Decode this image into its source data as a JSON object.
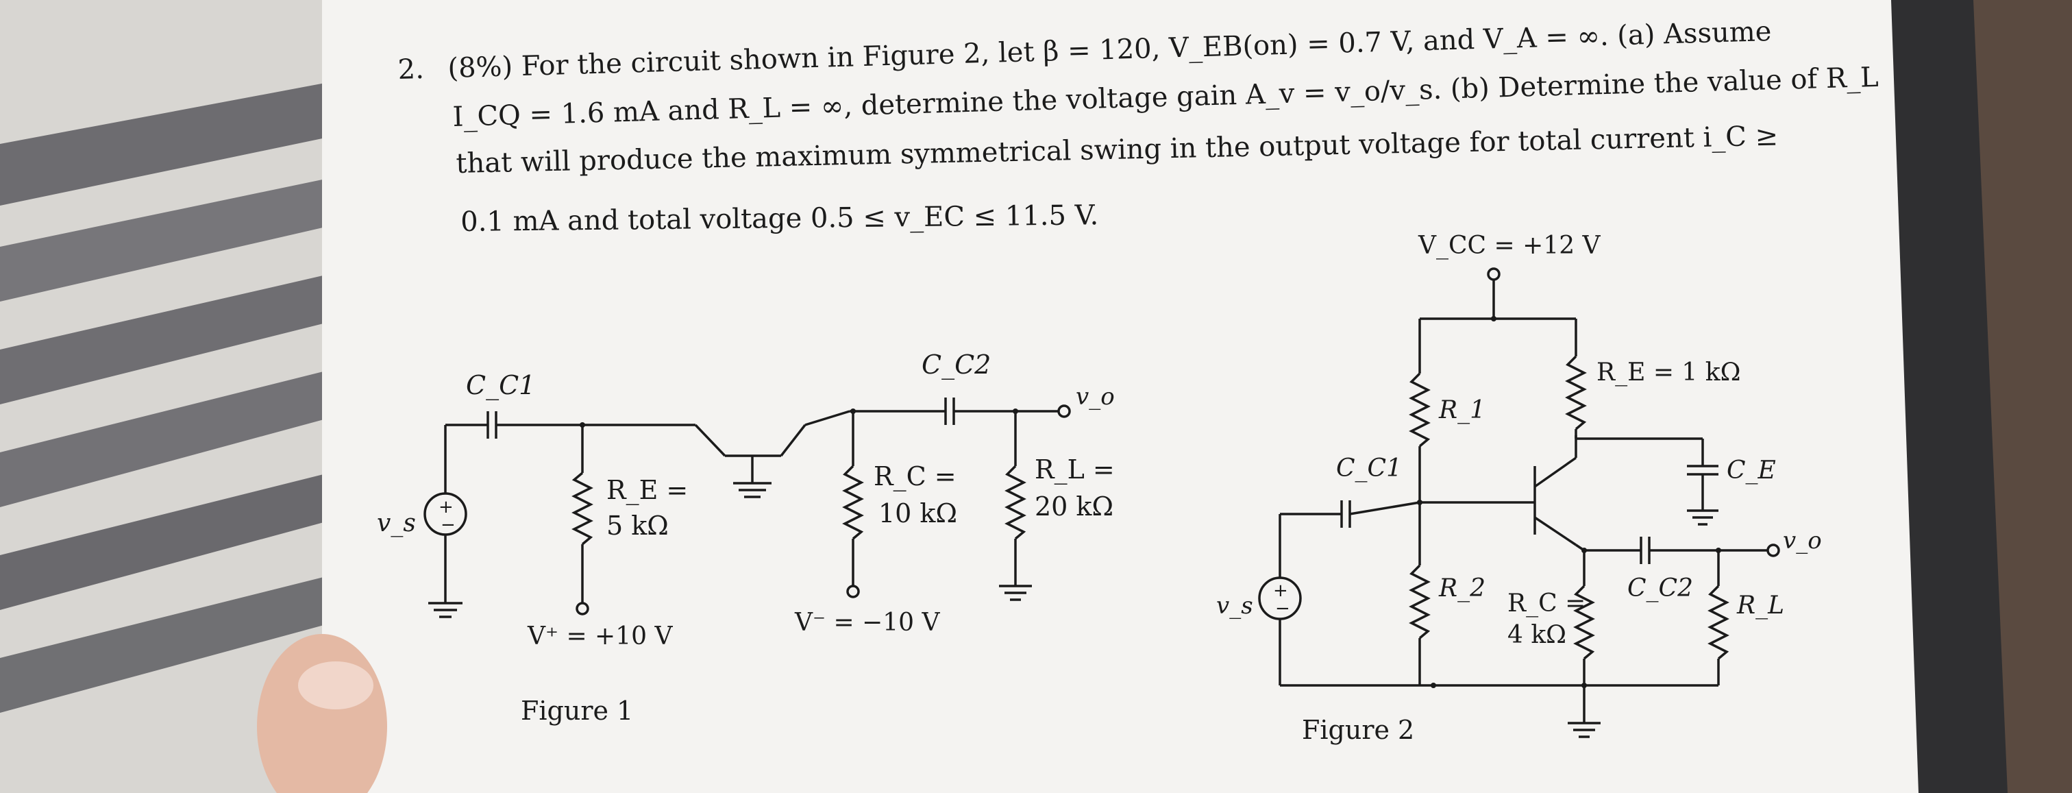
{
  "problem": {
    "number": "2.",
    "line1": "(8%) For the circuit shown in Figure 2, let β = 120, V_EB(on) = 0.7 V, and V_A = ∞. (a) Assume",
    "line2": "I_CQ = 1.6 mA and R_L = ∞, determine the voltage gain A_v = v_o/v_s. (b) Determine the value of R_L",
    "line3": "that will produce the maximum symmetrical swing in the output voltage for total current i_C ≥",
    "line4": "0.1 mA and total voltage 0.5 ≤ v_EC ≤ 11.5 V."
  },
  "figure1": {
    "caption": "Figure 1",
    "source_label": "v_s",
    "cc1": "C_C1",
    "cc2": "C_C2",
    "re_label": "R_E =",
    "re_value": "5 kΩ",
    "rc_label": "R_C =",
    "rc_value": "10 kΩ",
    "rl_label": "R_L =",
    "rl_value": "20 kΩ",
    "vplus": "V⁺ = +10 V",
    "vminus": "V⁻ = −10 V",
    "vo": "v_o"
  },
  "figure2": {
    "caption": "Figure 2",
    "vcc": "V_CC = +12 V",
    "r1": "R_1",
    "r2": "R_2",
    "re": "R_E = 1 kΩ",
    "ce": "C_E",
    "cc1": "C_C1",
    "cc2": "C_C2",
    "rc_label": "R_C =",
    "rc_value": "4 kΩ",
    "rl": "R_L",
    "vo": "v_o",
    "vs": "v_s"
  }
}
